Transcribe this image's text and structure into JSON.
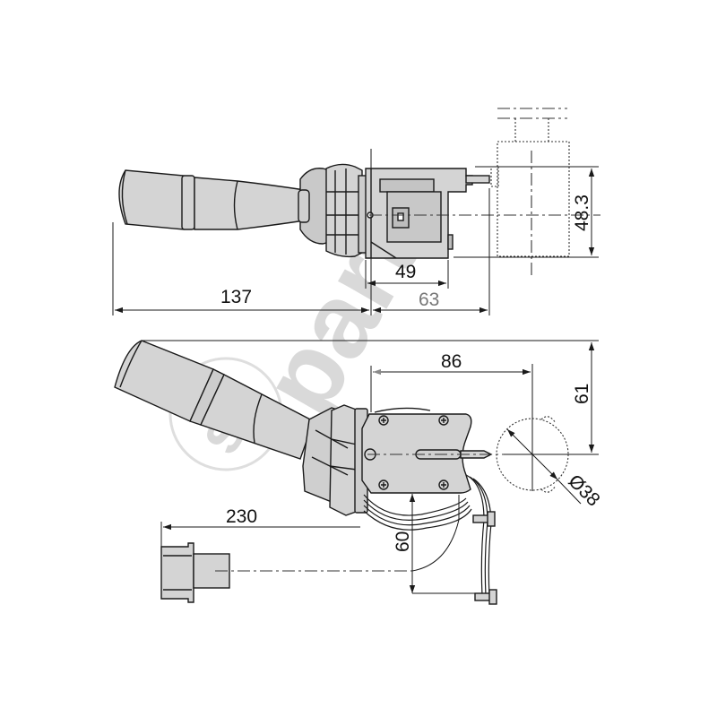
{
  "drawing": {
    "title": "Steering column combination switch – dimensional drawing",
    "units": "mm",
    "colors": {
      "line": "#1a1a1a",
      "fill": "#d4d4d4",
      "fill_dark": "#bdbdbd",
      "watermark": "#d9d9d9",
      "background": "#ffffff"
    },
    "watermark": {
      "text": "parts",
      "logo_text": "si"
    },
    "top_view": {
      "dimensions": {
        "lever_length": "137",
        "housing_depth": "49",
        "mount_depth": "63",
        "column_height": "48.3"
      }
    },
    "side_view": {
      "dimensions": {
        "axis_to_column": "86",
        "lever_height": "61",
        "column_diameter": "Ø38",
        "cable_length": "230",
        "cable_drop": "60"
      }
    }
  }
}
